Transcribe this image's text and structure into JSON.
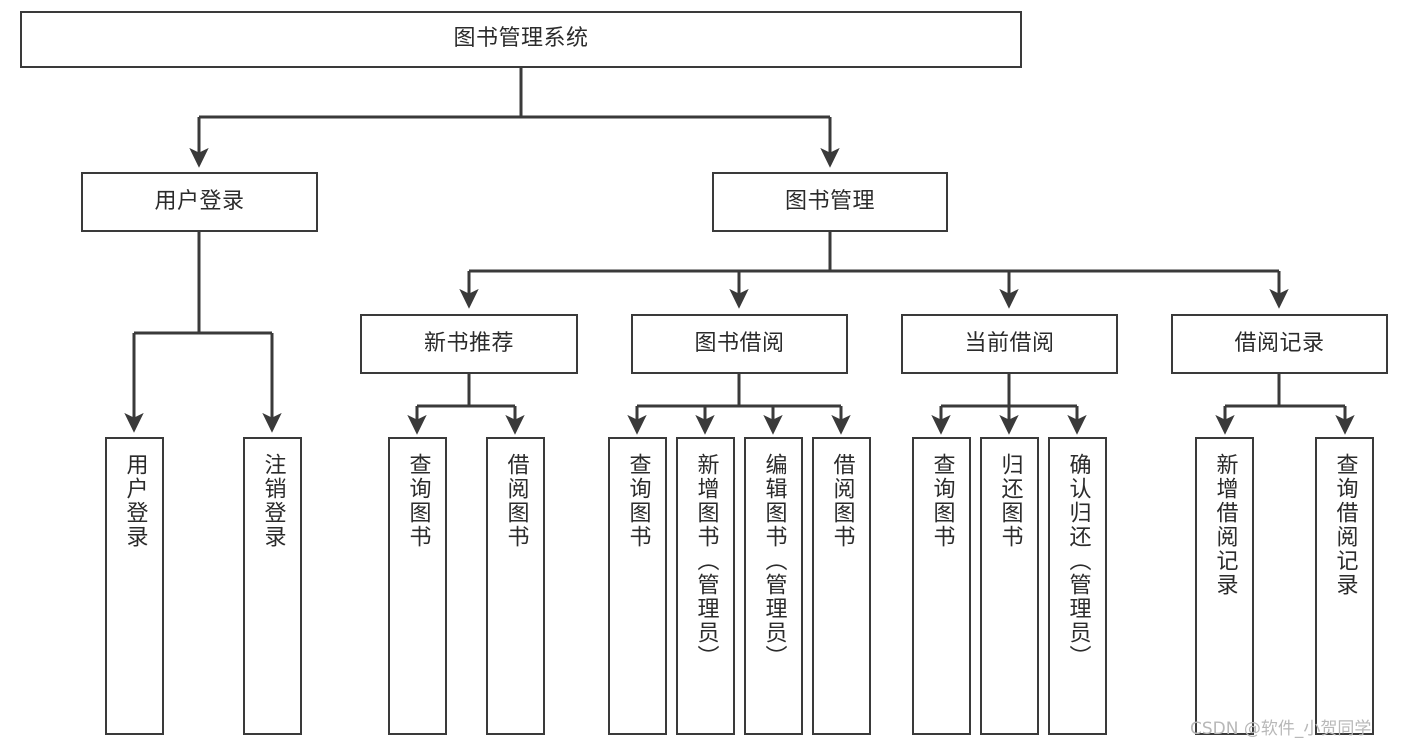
{
  "diagram": {
    "title": "图书管理系统",
    "type": "tree-hierarchy",
    "watermark": "CSDN @软件_小贺同学",
    "colors": {
      "box_border": "#3a3a3a",
      "box_fill": "#ffffff",
      "edge": "#3a3a3a",
      "text": "#2b2b2b",
      "watermark": "#b8b8b8",
      "background": "#ffffff"
    },
    "root": {
      "id": "root",
      "label": "图书管理系统"
    },
    "level2": [
      {
        "id": "user-login",
        "label": "用户登录"
      },
      {
        "id": "book-manage",
        "label": "图书管理"
      }
    ],
    "level3": [
      {
        "id": "new-book-rec",
        "label": "新书推荐"
      },
      {
        "id": "book-borrow",
        "label": "图书借阅"
      },
      {
        "id": "current-borrow",
        "label": "当前借阅"
      },
      {
        "id": "borrow-record",
        "label": "借阅记录"
      }
    ],
    "leaves": {
      "user_login": [
        {
          "id": "leaf-user-login",
          "label": "用户登录"
        },
        {
          "id": "leaf-user-logout",
          "label": "注销登录"
        }
      ],
      "new_book_rec": [
        {
          "id": "leaf-query-book-1",
          "label": "查询图书"
        },
        {
          "id": "leaf-borrow-book-1",
          "label": "借阅图书"
        }
      ],
      "book_borrow": [
        {
          "id": "leaf-query-book-2",
          "label": "查询图书"
        },
        {
          "id": "leaf-add-book",
          "label": "新增图书（管理员）"
        },
        {
          "id": "leaf-edit-book",
          "label": "编辑图书（管理员）"
        },
        {
          "id": "leaf-borrow-book-2",
          "label": "借阅图书"
        }
      ],
      "current_borrow": [
        {
          "id": "leaf-query-book-3",
          "label": "查询图书"
        },
        {
          "id": "leaf-return-book",
          "label": "归还图书"
        },
        {
          "id": "leaf-confirm-return",
          "label": "确认归还（管理员）"
        }
      ],
      "borrow_record": [
        {
          "id": "leaf-add-record",
          "label": "新增借阅记录"
        },
        {
          "id": "leaf-query-record",
          "label": "查询借阅记录"
        }
      ]
    }
  }
}
